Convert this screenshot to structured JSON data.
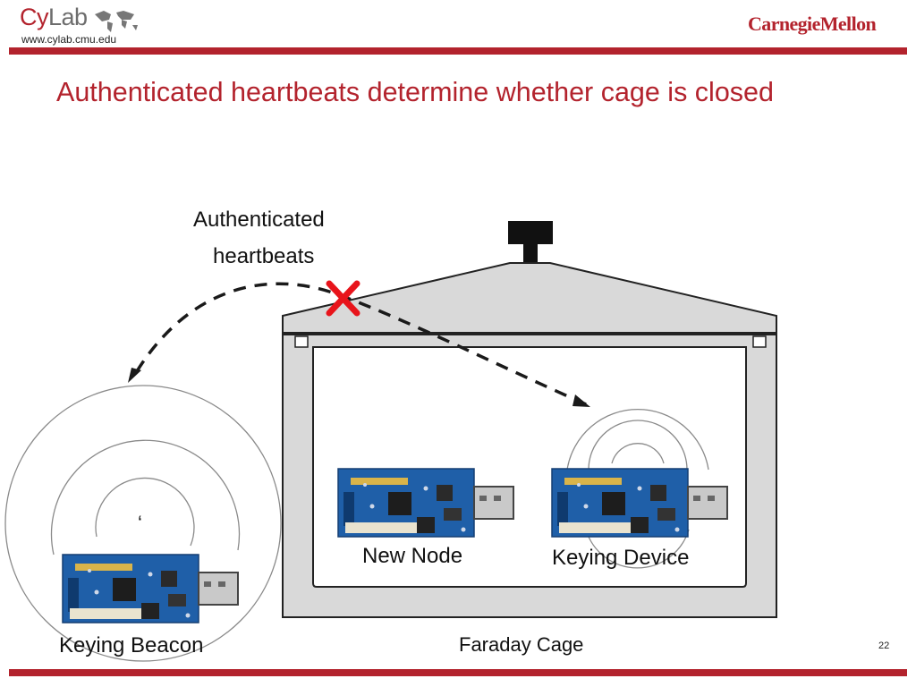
{
  "header": {
    "logo_cy": "Cy",
    "logo_lab": "Lab",
    "logo_url": "www.cylab.cmu.edu",
    "university": "CarnegieMellon"
  },
  "slide": {
    "title": "Authenticated heartbeats determine whether cage is closed",
    "page_number": "22"
  },
  "diagram": {
    "heartbeat_label_line1": "Authenticated",
    "heartbeat_label_line2": "heartbeats",
    "new_node_label": "New Node",
    "keying_device_label": "Keying Device",
    "keying_beacon_label": "Keying Beacon",
    "faraday_cage_label": "Faraday Cage",
    "stray_mark": "‘"
  },
  "colors": {
    "accent": "#b3232d",
    "cross": "#e8141b",
    "cage_fill": "#d9d9d9",
    "board_blue": "#1f5fa8"
  },
  "icons": [
    "world-map-icon",
    "blocked-cross-icon",
    "usb-sensor-board-icon"
  ]
}
